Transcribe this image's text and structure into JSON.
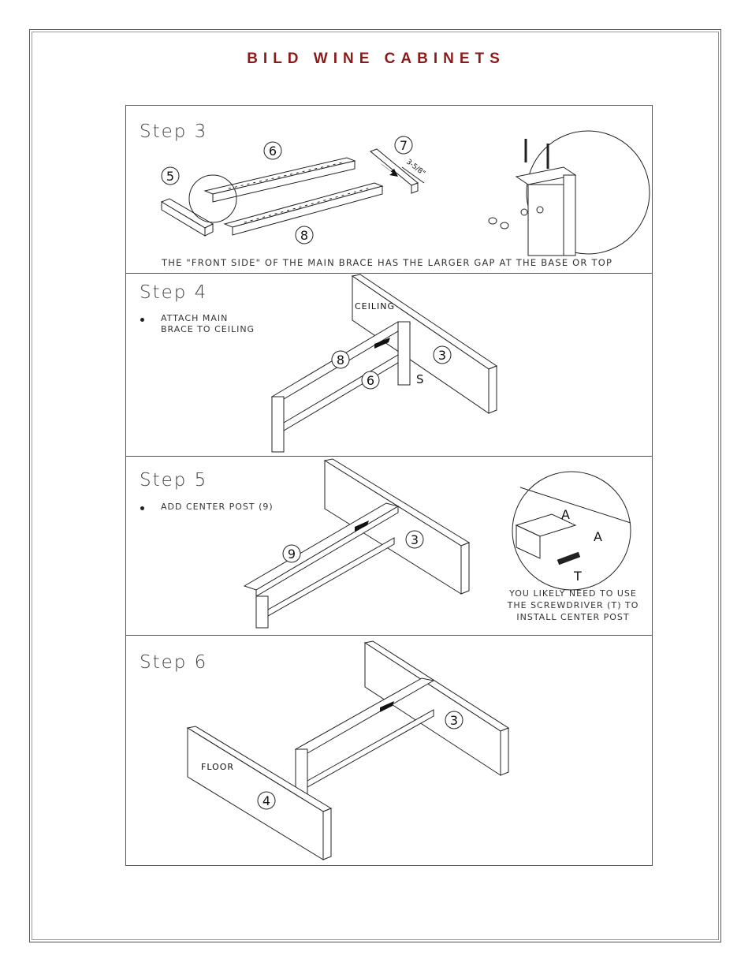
{
  "title": "BILD WINE CABINETS",
  "steps": [
    {
      "heading": "Step 3",
      "note": "THE \"FRONT SIDE\" OF THE MAIN BRACE HAS THE LARGER GAP AT THE BASE OR TOP",
      "labels": {
        "part5": "5",
        "part6": "6",
        "part7": "7",
        "part8": "8",
        "dimension": "3-5/8\""
      }
    },
    {
      "heading": "Step 4",
      "bullet": "ATTACH MAIN\nBRACE TO CEILING",
      "labels": {
        "ceiling": "CEILING",
        "part8": "8",
        "part6": "6",
        "part3": "3",
        "screwS": "S"
      }
    },
    {
      "heading": "Step 5",
      "bullet": "ADD CENTER POST (9)",
      "callout": "YOU LIKELY NEED TO USE\nTHE SCREWDRIVER (T) TO\nINSTALL CENTER POST",
      "labels": {
        "part9": "9",
        "part3": "3",
        "hardwareA1": "A",
        "hardwareA2": "A",
        "toolT": "T"
      }
    },
    {
      "heading": "Step 6",
      "labels": {
        "floor": "FLOOR",
        "part4": "4",
        "part3": "3"
      }
    }
  ]
}
